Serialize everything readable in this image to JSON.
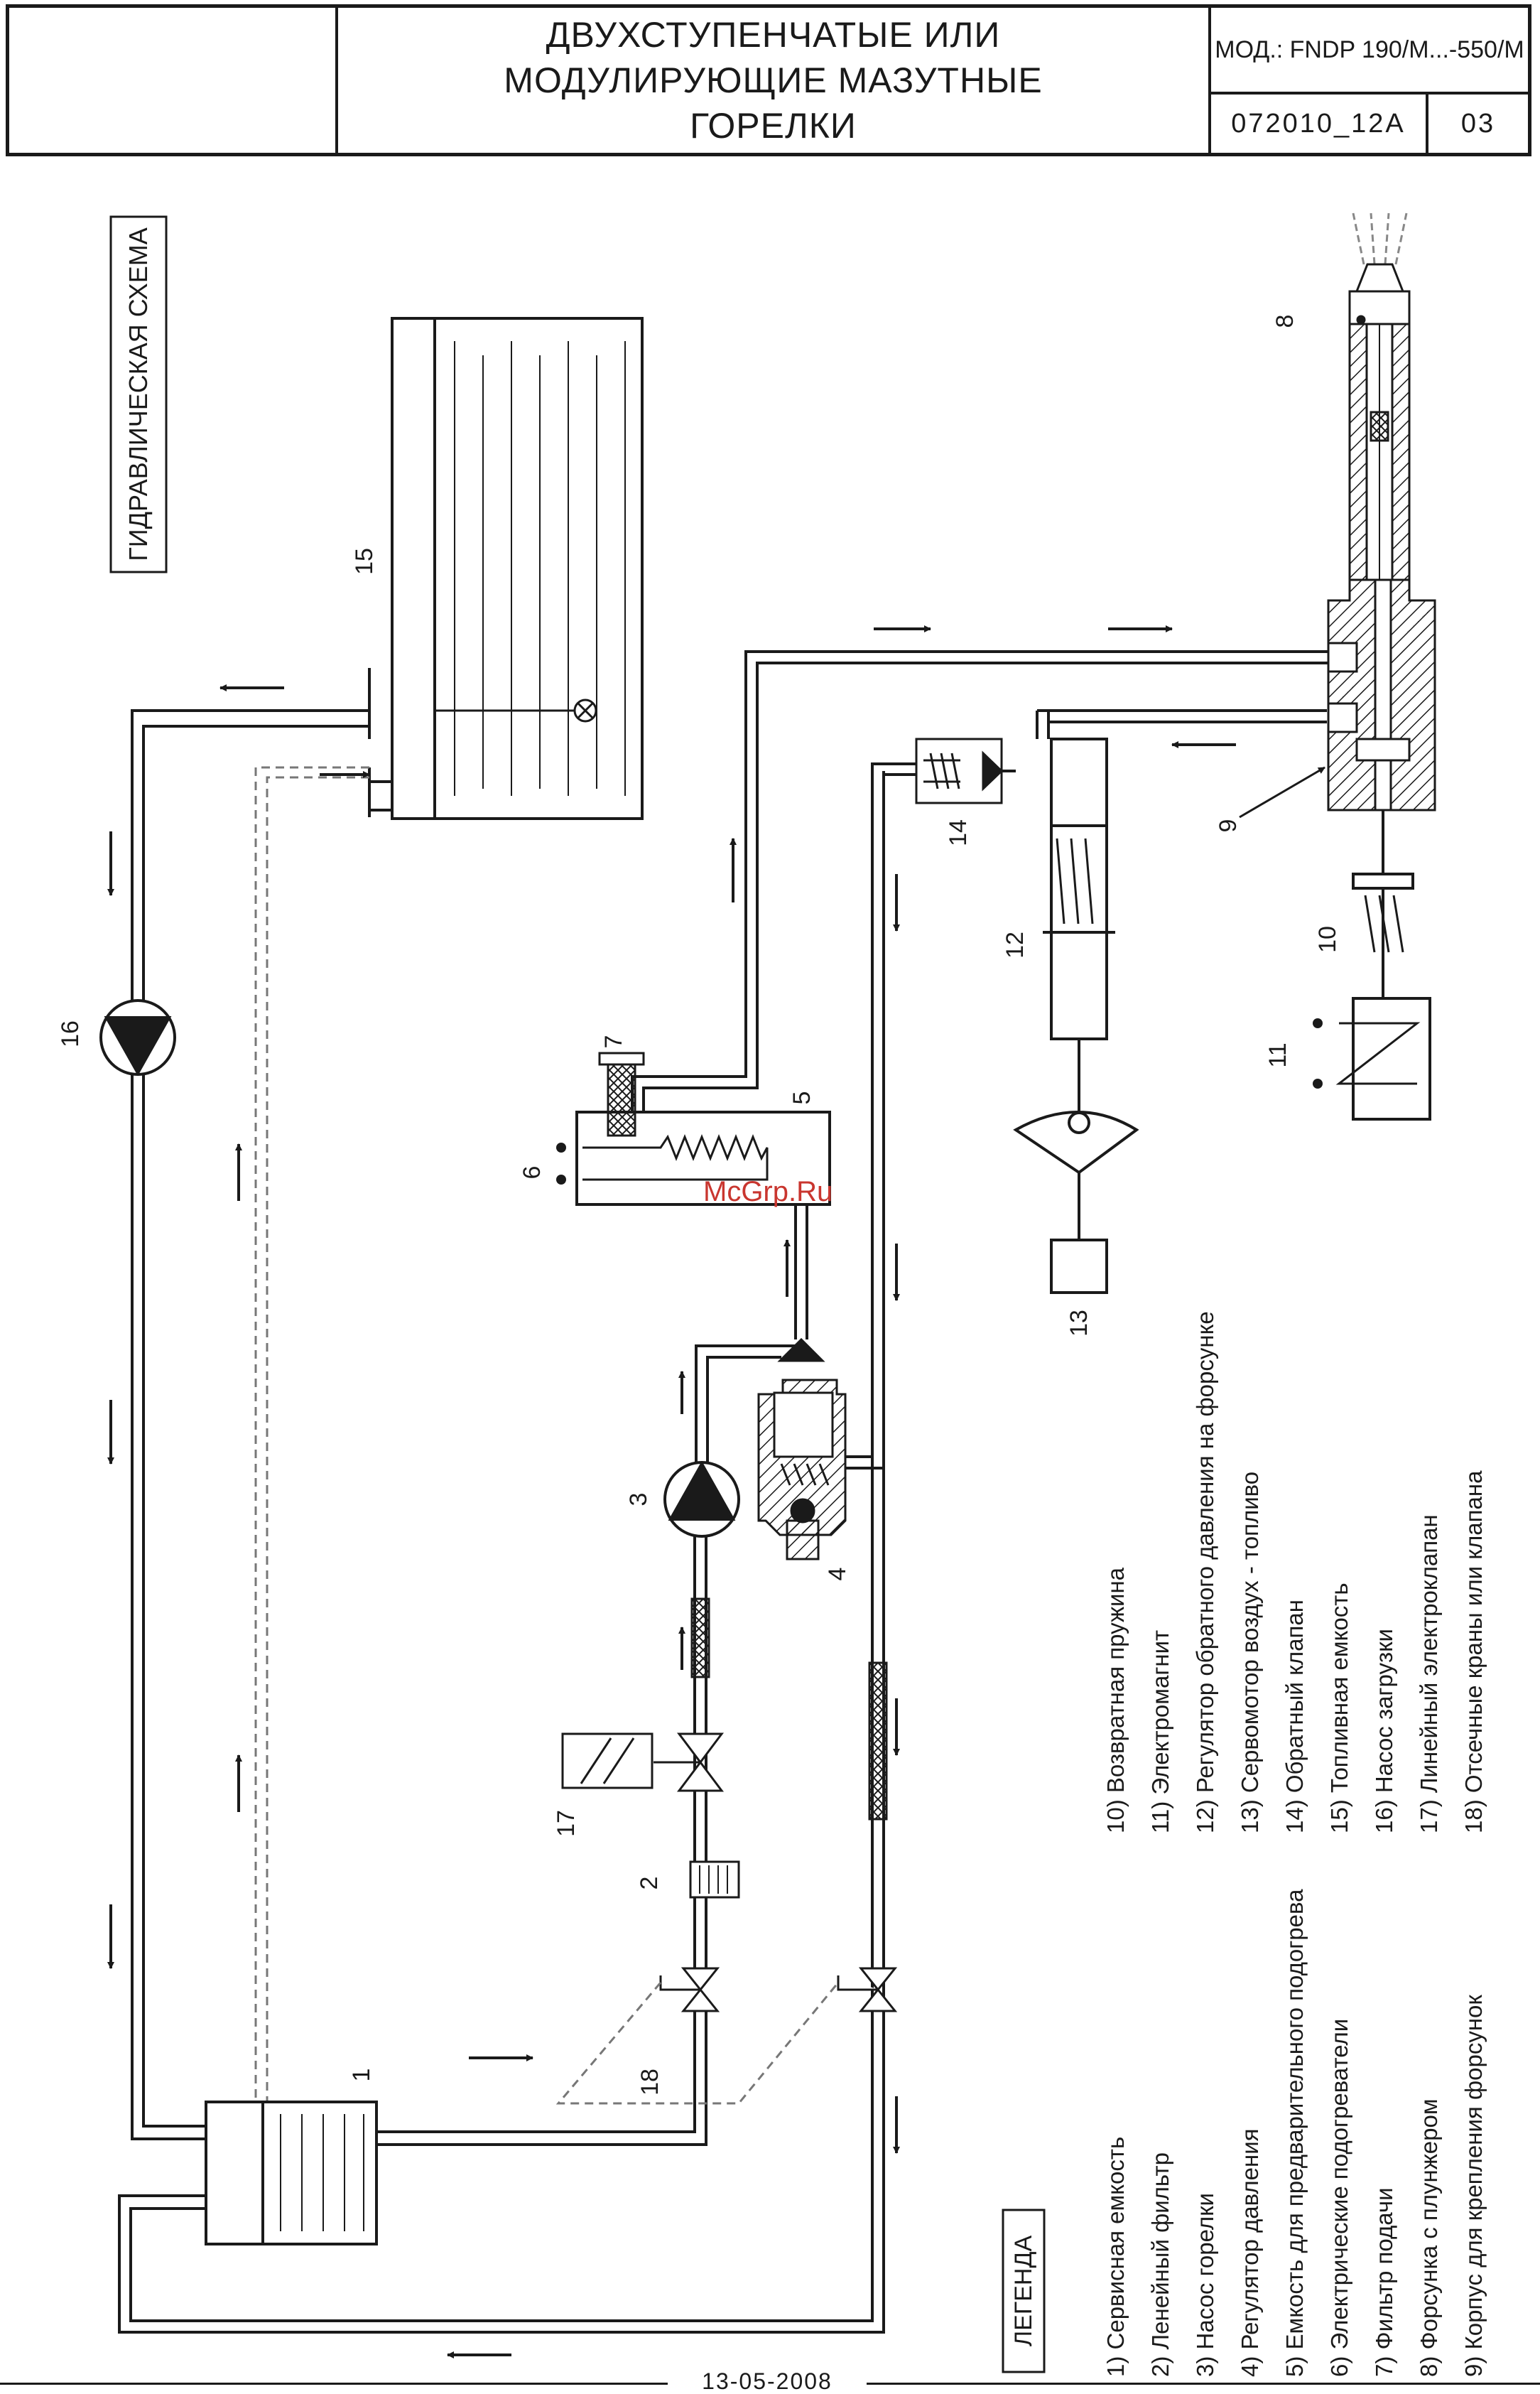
{
  "header": {
    "title": "ДВУХСТУПЕНЧАТЫЕ ИЛИ\nМОДУЛИРУЮЩИЕ МАЗУТНЫЕ\nГОРЕЛКИ",
    "model": "МОД.: FNDP 190/M...-550/M",
    "doc_code": "072010_12A",
    "page": "03"
  },
  "diagram": {
    "heading": "ГИДРАВЛИЧЕСКАЯ СХЕМА",
    "component_numbers": [
      "1",
      "2",
      "3",
      "4",
      "5",
      "6",
      "7",
      "8",
      "9",
      "10",
      "11",
      "12",
      "13",
      "14",
      "15",
      "16",
      "17",
      "18"
    ]
  },
  "legend": {
    "heading": "ЛЕГЕНДА",
    "items": [
      "1)  Сервисная емкость",
      "2)  Ленейный фильтр",
      "3)  Насос горелки",
      "4)  Регулятор давления",
      "5)  Емкость для предварительного подогрева",
      "6)  Электрические подогреватели",
      "7)  Фильтр подачи",
      "8)  Форсунка с плунжером",
      "9)  Корпус для крепления форсунок",
      "10)  Возвратная пружина",
      "11)  Электромагнит",
      "12)  Регулятор обратного давления на форсунке",
      "13)  Сервомотор воздух - топливо",
      "14)  Обратный клапан",
      "15)  Топливная емкость",
      "16)  Насос загрузки",
      "17)  Линейный электроклапан",
      "18)  Отсечные краны или клапана"
    ]
  },
  "footer": {
    "date": "13-05-2008"
  },
  "watermark": "McGrp.Ru"
}
